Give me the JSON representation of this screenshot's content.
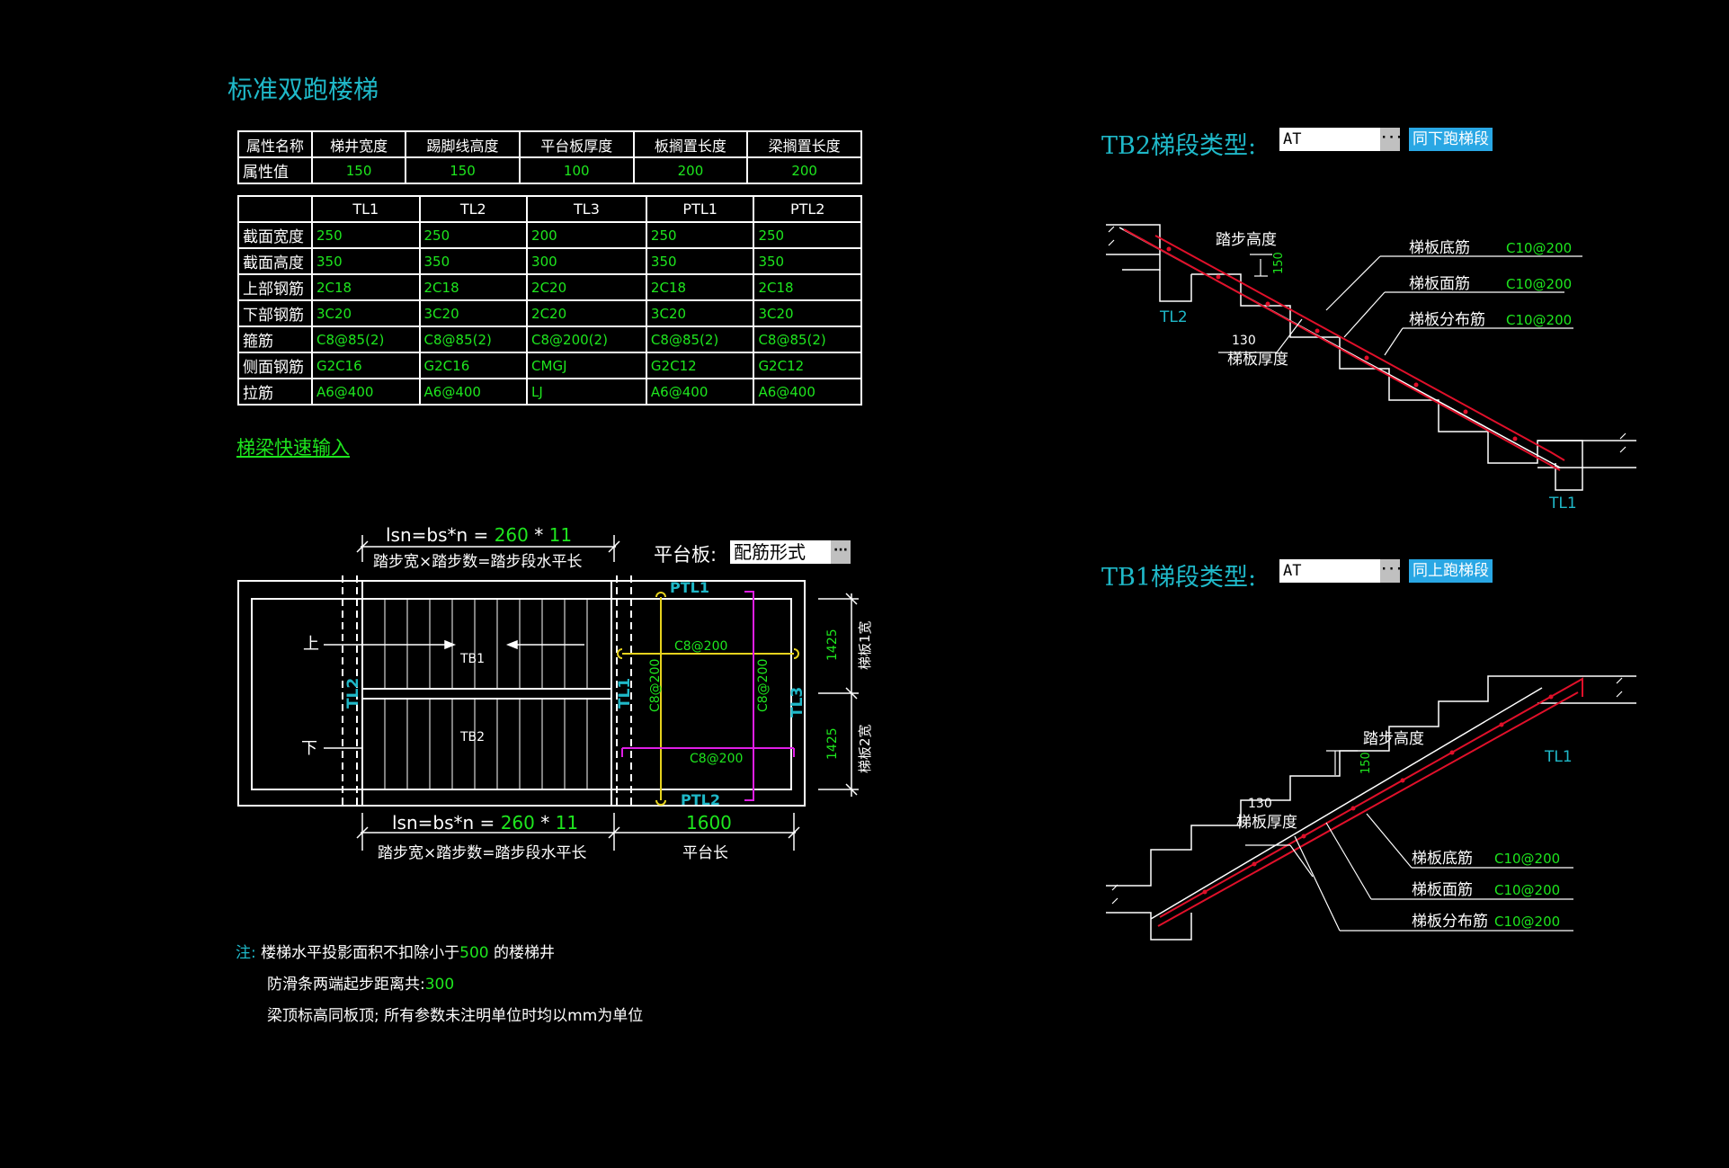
{
  "title": "标准双跑楼梯",
  "props": {
    "headers": [
      "属性名称",
      "梯井宽度",
      "踢脚线高度",
      "平台板厚度",
      "板搁置长度",
      "梁搁置长度"
    ],
    "row_label": "属性值",
    "values": [
      "150",
      "150",
      "100",
      "200",
      "200"
    ]
  },
  "beams": {
    "columns": [
      "TL1",
      "TL2",
      "TL3",
      "PTL1",
      "PTL2"
    ],
    "rows": [
      {
        "label": "截面宽度",
        "values": [
          "250",
          "250",
          "200",
          "250",
          "250"
        ]
      },
      {
        "label": "截面高度",
        "values": [
          "350",
          "350",
          "300",
          "350",
          "350"
        ]
      },
      {
        "label": "上部钢筋",
        "values": [
          "2C18",
          "2C18",
          "2C20",
          "2C18",
          "2C18"
        ]
      },
      {
        "label": "下部钢筋",
        "values": [
          "3C20",
          "3C20",
          "2C20",
          "3C20",
          "3C20"
        ]
      },
      {
        "label": "箍筋",
        "values": [
          "C8@85(2)",
          "C8@85(2)",
          "C8@200(2)",
          "C8@85(2)",
          "C8@85(2)"
        ]
      },
      {
        "label": "侧面钢筋",
        "values": [
          "G2C16",
          "G2C16",
          "CMGJ",
          "G2C12",
          "G2C12"
        ]
      },
      {
        "label": "拉筋",
        "values": [
          "A6@400",
          "A6@400",
          "LJ",
          "A6@400",
          "A6@400"
        ]
      }
    ]
  },
  "quick_input_link": "梯梁快速输入",
  "plan": {
    "top_formula_prefix": "lsn=bs*n = ",
    "top_bs": "260",
    "top_star": " * ",
    "top_n": "11",
    "top_caption": "踏步宽×踏步数=踏步段水平长",
    "bottom_formula_prefix": "lsn=bs*n = ",
    "bottom_bs": "260",
    "bottom_star": " * ",
    "bottom_n": "11",
    "bottom_caption": "踏步宽×踏步数=踏步段水平长",
    "platform_len": "1600",
    "platform_len_caption": "平台长",
    "platform_label": "平台板:",
    "platform_combo": "配筋形式",
    "up": "上",
    "down": "下",
    "tb1": "TB1",
    "tb2": "TB2",
    "tl1": "TL1",
    "tl2": "TL2",
    "tl3": "TL3",
    "ptl1": "PTL1",
    "ptl2": "PTL2",
    "rebar_h1": "C8@200",
    "rebar_h2": "C8@200",
    "rebar_v1": "C8@200",
    "rebar_v2": "C8@200",
    "dim1": "1425",
    "dim1_caption": "梯板1宽",
    "dim2": "1425",
    "dim2_caption": "梯板2宽"
  },
  "notes": {
    "prefix": "注:",
    "line1_a": "楼梯水平投影面积不扣除小于",
    "line1_val": "500",
    "line1_b": " 的楼梯井",
    "line2_a": "防滑条两端起步距离共:",
    "line2_val": "300",
    "line3": "梁顶标高同板顶; 所有参数未注明单位时均以mm为单位"
  },
  "tb2": {
    "label": "TB2梯段类型:",
    "combo": "AT",
    "button": "同下跑梯段",
    "step_height": "踏步高度",
    "step_val": "150",
    "thickness_val": "130",
    "thickness": "梯板厚度",
    "tl_top": "TL2",
    "tl_bottom": "TL1",
    "bottom_bar": "梯板底筋",
    "bottom_bar_val": "C10@200",
    "top_bar": "梯板面筋",
    "top_bar_val": "C10@200",
    "dist_bar": "梯板分布筋",
    "dist_bar_val": "C10@200"
  },
  "tb1": {
    "label": "TB1梯段类型:",
    "combo": "AT",
    "button": "同上跑梯段",
    "step_height": "踏步高度",
    "step_val": "150",
    "thickness_val": "130",
    "thickness": "梯板厚度",
    "tl_top": "TL1",
    "bottom_bar": "梯板底筋",
    "bottom_bar_val": "C10@200",
    "top_bar": "梯板面筋",
    "top_bar_val": "C10@200",
    "dist_bar": "梯板分布筋",
    "dist_bar_val": "C10@200"
  },
  "colors": {
    "cyan": "#1fb8c8",
    "green": "#1ee61e",
    "red": "#e0102a",
    "yellow": "#e6d21e",
    "magenta": "#e01ee6",
    "button": "#29a7e4"
  }
}
